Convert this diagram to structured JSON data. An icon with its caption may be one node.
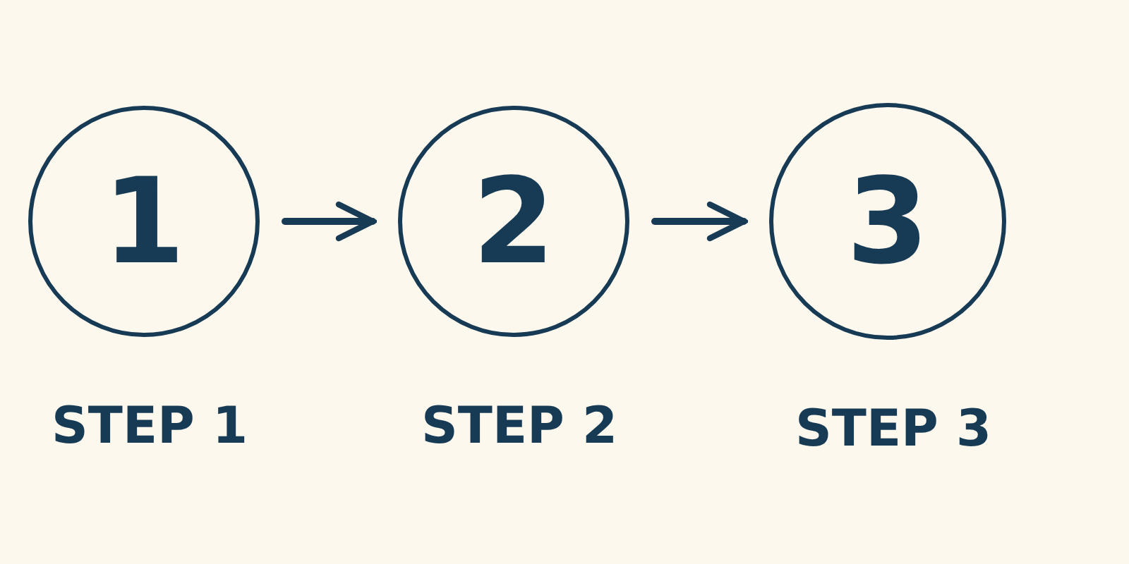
{
  "diagram": {
    "nodes": [
      {
        "text": [
          "1"
        ],
        "beside": [
          "STEP 1"
        ]
      },
      {
        "text": [
          "2"
        ],
        "beside": [
          "STEP 2"
        ]
      },
      {
        "text": [
          "3"
        ],
        "beside": [
          "STEP 3"
        ]
      }
    ],
    "edges": [
      {
        "from": 0,
        "to": 1,
        "arrow": "to"
      },
      {
        "from": 1,
        "to": 2,
        "arrow": "to"
      }
    ]
  }
}
